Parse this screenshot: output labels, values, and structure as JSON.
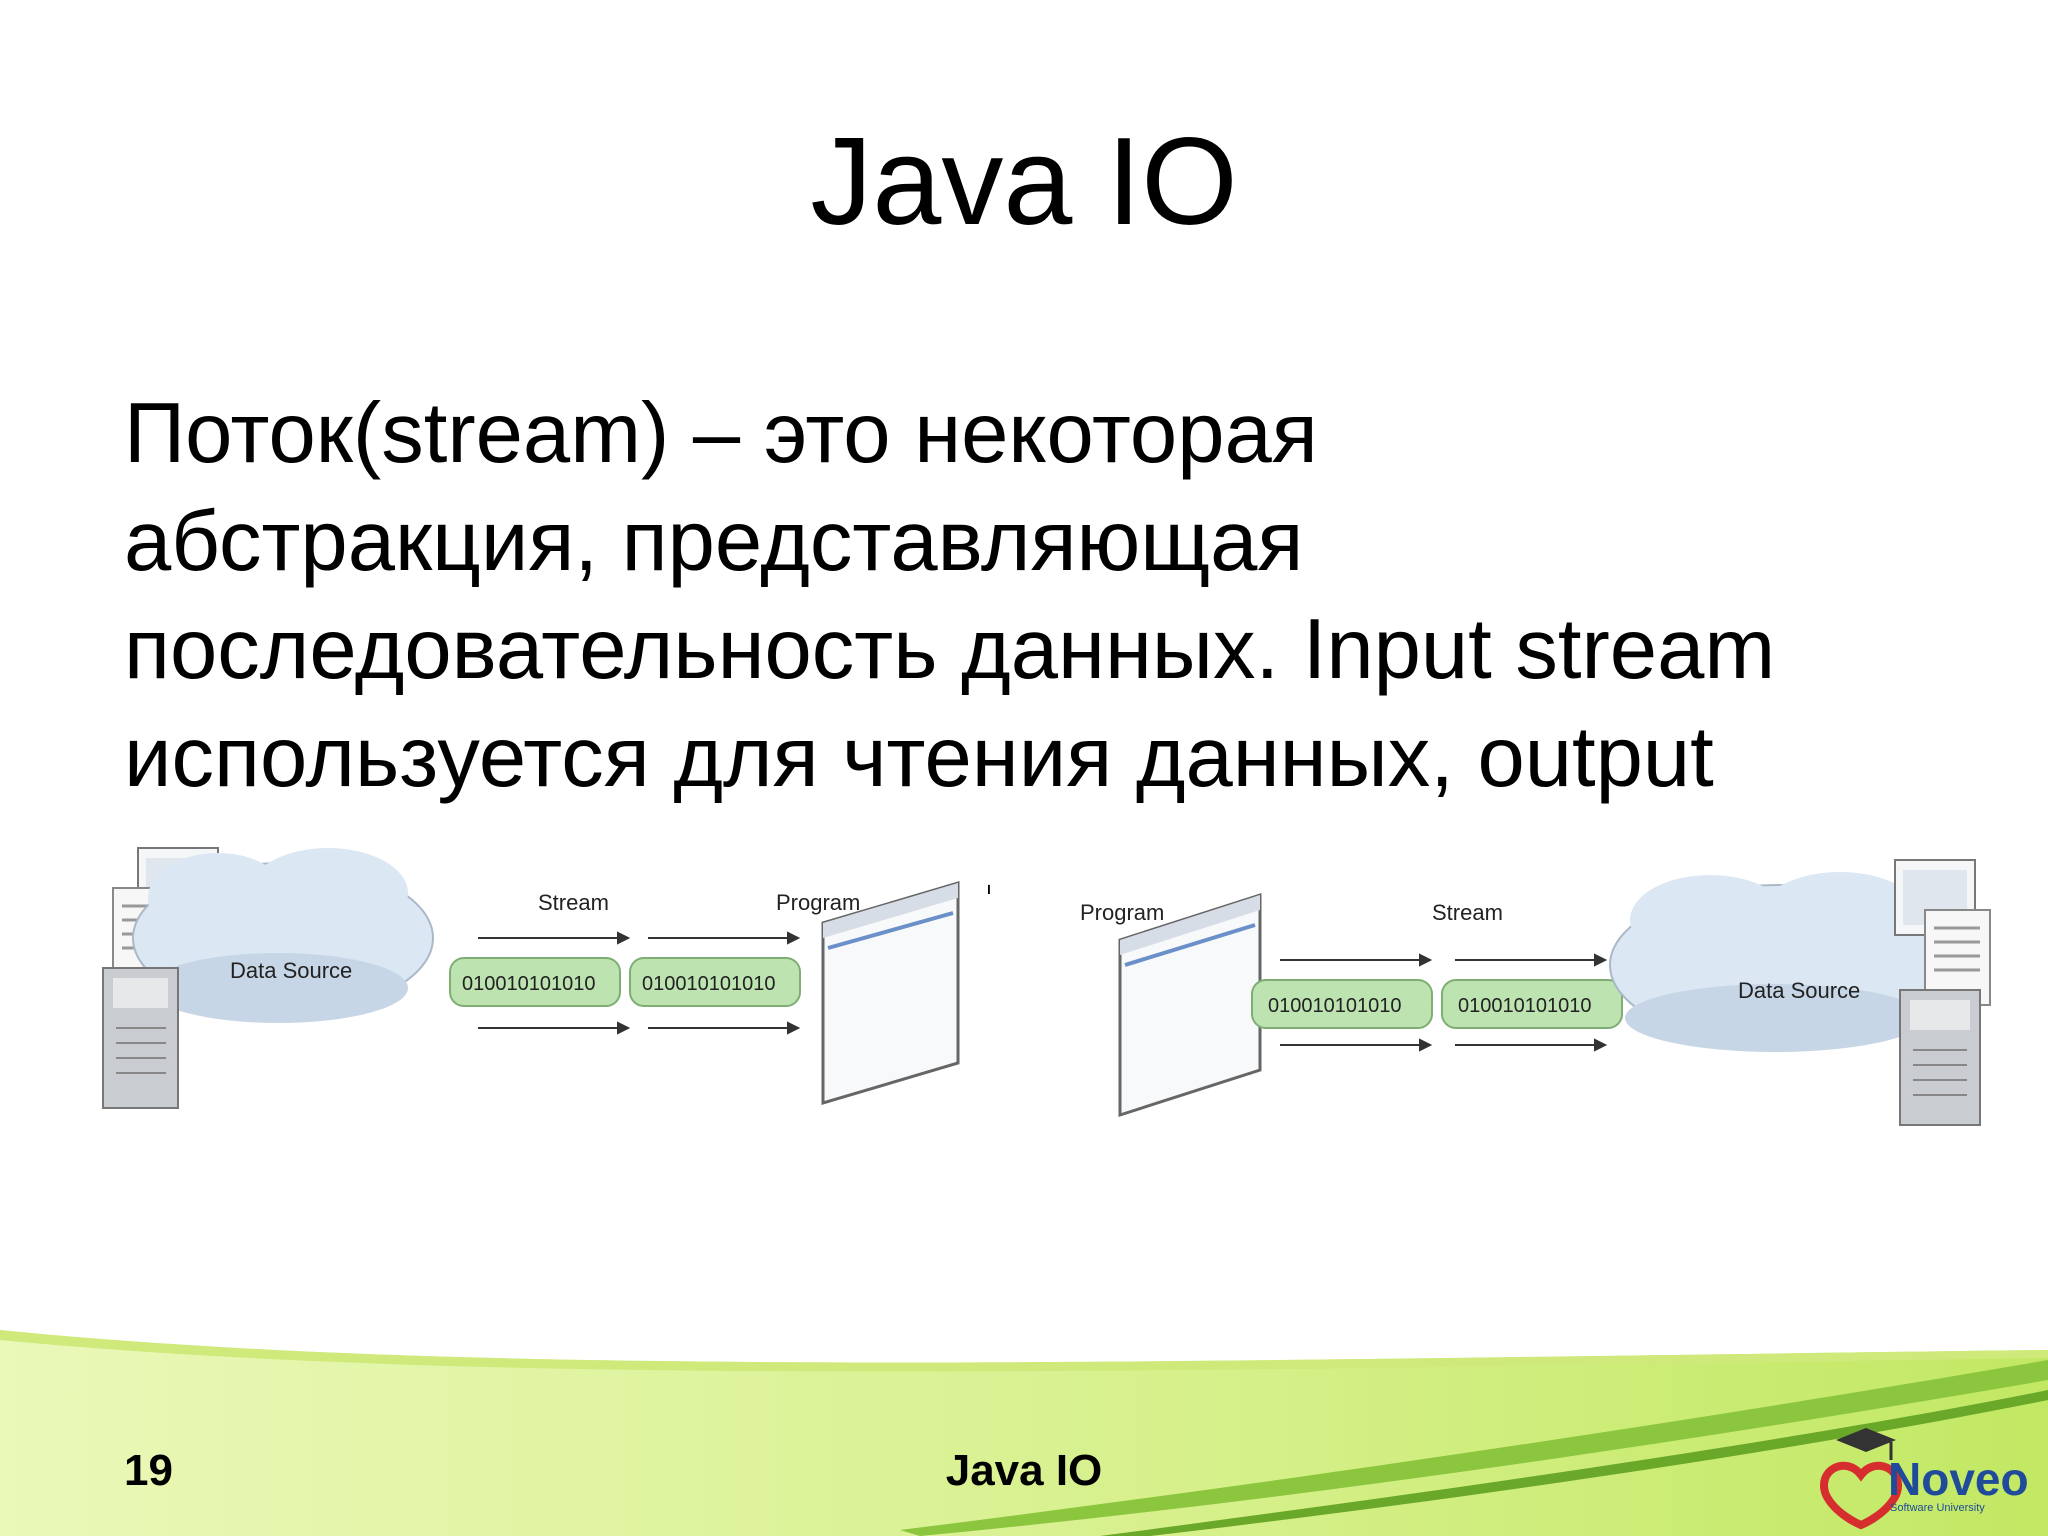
{
  "slide": {
    "title": "Java IO",
    "body_lines": [
      "Поток(stream) – это некоторая",
      "абстракция, представляющая",
      "последовательность данных. Input stream",
      "используется для чтения данных, output",
      "."
    ]
  },
  "diagram_input": {
    "data_source_label": "Data Source",
    "stream_label": "Stream",
    "program_label": "Program",
    "bits": [
      "010010101010",
      "010010101010"
    ]
  },
  "diagram_output": {
    "data_source_label": "Data Source",
    "stream_label": "Stream",
    "program_label": "Program",
    "bits": [
      "010010101010",
      "010010101010"
    ]
  },
  "footer": {
    "page_number": "19",
    "title": "Java IO",
    "logo_text": "Noveo",
    "logo_subtext": "Software University"
  },
  "colors": {
    "footer_green_light": "#e6f6b0",
    "footer_green_mid": "#b7e65a",
    "footer_green_dark": "#7fb62a",
    "bit_box_fill": "#bde3b0",
    "cloud_fill": "#dbe7f3"
  }
}
